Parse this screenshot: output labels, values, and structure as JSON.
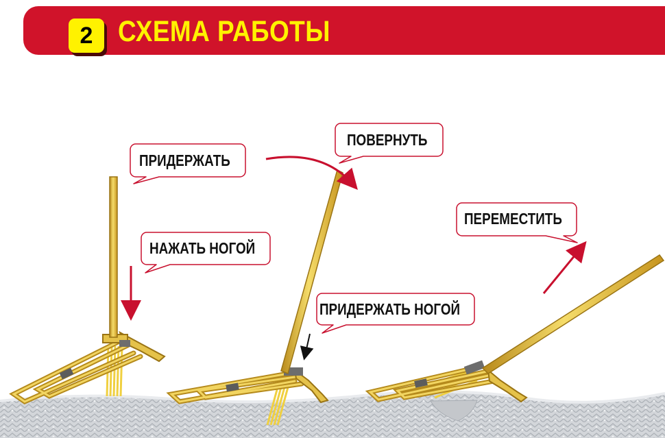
{
  "header": {
    "step_number": "2",
    "title": "СХЕМА РАБОТЫ"
  },
  "steps": [
    {
      "action": "ПРИДЕРЖАТЬ"
    },
    {
      "action": "НАЖАТЬ НОГОЙ"
    },
    {
      "action": "ПОВЕРНУТЬ"
    },
    {
      "action": "ПРИДЕРЖАТЬ НОГОЙ"
    },
    {
      "action": "ПЕРЕМЕСТИТЬ"
    }
  ],
  "colors": {
    "banner": "#d0132a",
    "badge": "#fff200",
    "title": "#fff200",
    "arrow": "#c8102e",
    "callout_border": "#c8102e",
    "handle": "#e8c440",
    "ground": "#c9ccd0"
  }
}
